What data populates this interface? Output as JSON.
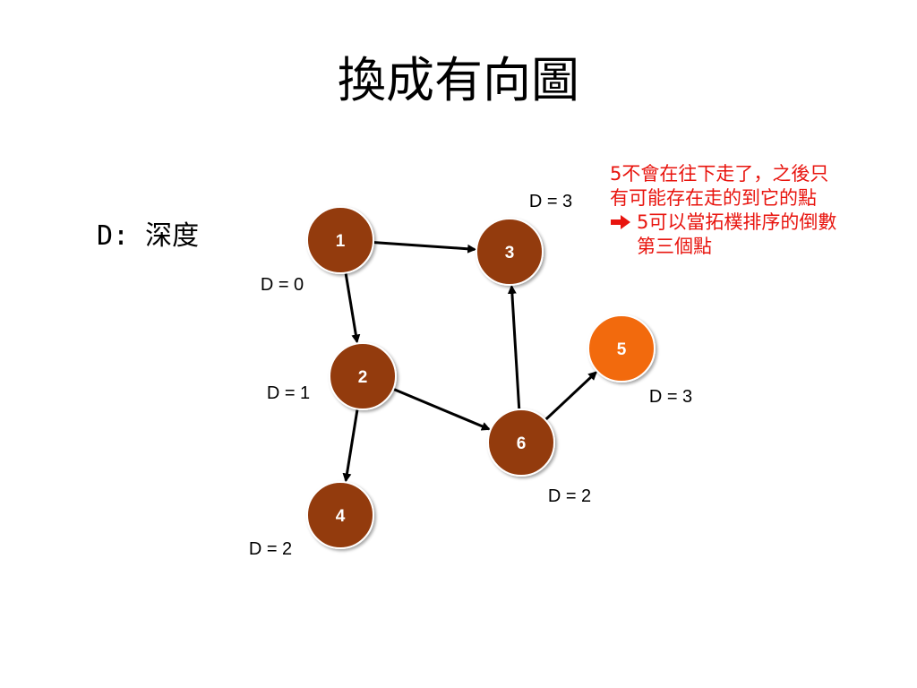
{
  "title": "換成有向圖",
  "depth_label": "D: 深度",
  "note": {
    "line1": "5不會在往下走了，之後只",
    "line2": "有可能存在走的到它的點",
    "arrow_icon": "right-arrow-icon",
    "line3": "5可以當拓樸排序的倒數",
    "line4": "第三個點"
  },
  "colors": {
    "node": "#933a0e",
    "node_highlight": "#f26a11",
    "edge": "#000000",
    "note": "#e8140e"
  },
  "nodes": [
    {
      "id": "1",
      "label": "1",
      "depth": "D = 0",
      "highlight": false
    },
    {
      "id": "2",
      "label": "2",
      "depth": "D = 1",
      "highlight": false
    },
    {
      "id": "3",
      "label": "3",
      "depth": "D = 3",
      "highlight": false
    },
    {
      "id": "4",
      "label": "4",
      "depth": "D = 2",
      "highlight": false
    },
    {
      "id": "5",
      "label": "5",
      "depth": "D = 3",
      "highlight": true
    },
    {
      "id": "6",
      "label": "6",
      "depth": "D = 2",
      "highlight": false
    }
  ],
  "edges": [
    {
      "from": "1",
      "to": "3"
    },
    {
      "from": "1",
      "to": "2"
    },
    {
      "from": "2",
      "to": "4"
    },
    {
      "from": "2",
      "to": "6"
    },
    {
      "from": "6",
      "to": "3"
    },
    {
      "from": "6",
      "to": "5"
    }
  ]
}
